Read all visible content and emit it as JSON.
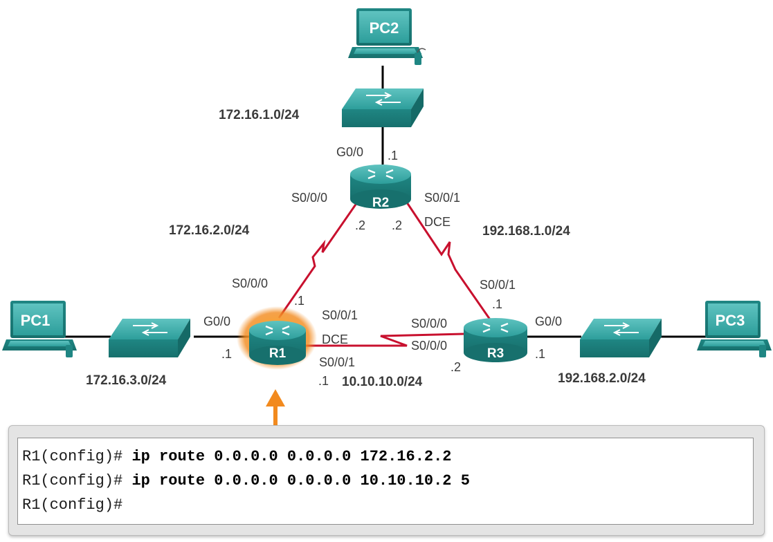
{
  "devices": {
    "pc1": "PC1",
    "pc2": "PC2",
    "pc3": "PC3",
    "r1": "R1",
    "r2": "R2",
    "r3": "R3"
  },
  "networks": {
    "top_lan": "172.16.1.0/24",
    "r1_r2": "172.16.2.0/24",
    "r2_r3": "192.168.1.0/24",
    "left_lan": "172.16.3.0/24",
    "r1_r3": "10.10.10.0/24",
    "right_lan": "192.168.2.0/24"
  },
  "interfaces": {
    "r2_g0": "G0/0",
    "r2_g0_ip": ".1",
    "r2_s000": "S0/0/0",
    "r2_s001": "S0/0/1",
    "r2_dce": "DCE",
    "r2_left_ip": ".2",
    "r2_right_ip": ".2",
    "r1_s000": "S0/0/0",
    "r1_s000_ip": ".1",
    "r1_g0": "G0/0",
    "r1_g0_ip": ".1",
    "r1_s001_top": "S0/0/1",
    "r1_dce": "DCE",
    "r1_s001_bottom": "S0/0/1",
    "r1_s001_ip": ".1",
    "r3_s001": "S0/0/1",
    "r3_s001_ip": ".1",
    "r3_s000_top": "S0/0/0",
    "r3_s000_bottom": "S0/0/0",
    "r3_s000_ip": ".2",
    "r3_g0": "G0/0",
    "r3_g0_ip": ".1"
  },
  "colors": {
    "device_teal": "#2a9a97",
    "serial_link": "#c8102e",
    "ethernet_link": "#000000",
    "highlight": "#f28a1e"
  },
  "icons": [
    "pc-icon",
    "switch-icon",
    "router-icon",
    "serial-link",
    "arrow-up-icon"
  ],
  "cli": {
    "lines": [
      {
        "prompt": "R1(config)# ",
        "command": "ip route 0.0.0.0 0.0.0.0 172.16.2.2"
      },
      {
        "prompt": "R1(config)# ",
        "command": "ip route 0.0.0.0 0.0.0.0 10.10.10.2 5"
      },
      {
        "prompt": "R1(config)#",
        "command": ""
      }
    ]
  }
}
